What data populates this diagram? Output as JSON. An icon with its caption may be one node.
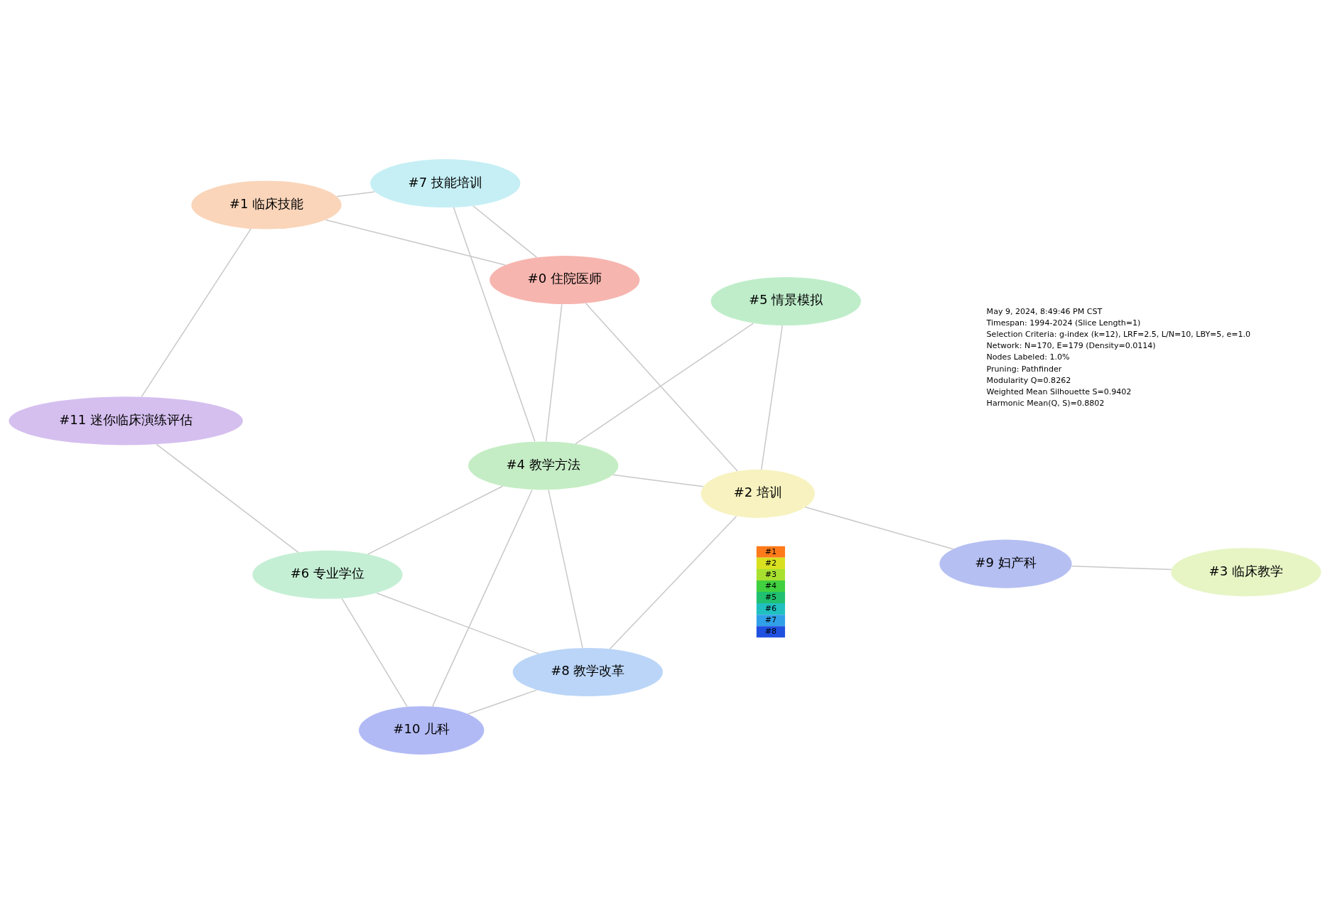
{
  "diagram": {
    "nodes": [
      {
        "text": [
          "#0 住院医师"
        ]
      },
      {
        "text": [
          "#1 临床技能"
        ]
      },
      {
        "text": [
          "#2 培训"
        ]
      },
      {
        "text": [
          "#3 临床教学"
        ]
      },
      {
        "text": [
          "#4 教学方法"
        ]
      },
      {
        "text": [
          "#5 情景模拟"
        ]
      },
      {
        "text": [
          "#6 专业学位"
        ]
      },
      {
        "text": [
          "#7 技能培训"
        ]
      },
      {
        "text": [
          "#8 教学改革"
        ]
      },
      {
        "text": [
          "#9 妇产科"
        ]
      },
      {
        "text": [
          "#10 儿科"
        ]
      },
      {
        "text": [
          "#11 迷你临床演练评估"
        ]
      }
    ],
    "edges": [
      {
        "from": 0,
        "to": 1,
        "arrow": "none"
      },
      {
        "from": 0,
        "to": 7,
        "arrow": "none"
      },
      {
        "from": 0,
        "to": 2,
        "arrow": "none"
      },
      {
        "from": 0,
        "to": 4,
        "arrow": "none"
      },
      {
        "from": 1,
        "to": 7,
        "arrow": "none"
      },
      {
        "from": 1,
        "to": 11,
        "arrow": "none"
      },
      {
        "from": 3,
        "to": 9,
        "arrow": "none"
      },
      {
        "from": 9,
        "to": 2,
        "arrow": "none"
      },
      {
        "from": 2,
        "to": 5,
        "arrow": "none"
      },
      {
        "from": 2,
        "to": 4,
        "arrow": "none"
      },
      {
        "from": 2,
        "to": 8,
        "arrow": "none"
      },
      {
        "from": 5,
        "to": 4,
        "arrow": "none"
      },
      {
        "from": 4,
        "to": 8,
        "arrow": "none"
      },
      {
        "from": 7,
        "to": 4,
        "arrow": "none"
      },
      {
        "from": 4,
        "to": 10,
        "arrow": "none"
      },
      {
        "from": 6,
        "to": 8,
        "arrow": "none"
      },
      {
        "from": 6,
        "to": 4,
        "arrow": "none"
      },
      {
        "from": 6,
        "to": 10,
        "arrow": "none"
      },
      {
        "from": 6,
        "to": 11,
        "arrow": "none"
      },
      {
        "from": 8,
        "to": 10,
        "arrow": "none"
      }
    ],
    "labels": [
      "May 9, 2024, 8:49:46 PM CST",
      "Timespan: 1994-2024 (Slice Length=1)",
      "Selection Criteria: g-index (k=12), LRF=2.5, L/N=10, LBY=5, e=1.0",
      "Network: N=170, E=179 (Density=0.0114)",
      "Nodes Labeled: 1.0%",
      "Pruning: Pathfinder",
      "Modularity Q=0.8262",
      "Weighted Mean Silhouette S=0.9402",
      "Harmonic Mean(Q, S)=0.8802"
    ],
    "legend": [
      {
        "text": "#1",
        "color": "#ff7a1a"
      },
      {
        "text": "#2",
        "color": "#d8e020"
      },
      {
        "text": "#3",
        "color": "#a8e030"
      },
      {
        "text": "#4",
        "color": "#40d040"
      },
      {
        "text": "#5",
        "color": "#20c070"
      },
      {
        "text": "#6",
        "color": "#20c0c0"
      },
      {
        "text": "#7",
        "color": "#30a0e8"
      },
      {
        "text": "#8",
        "color": "#2050e0"
      }
    ]
  }
}
